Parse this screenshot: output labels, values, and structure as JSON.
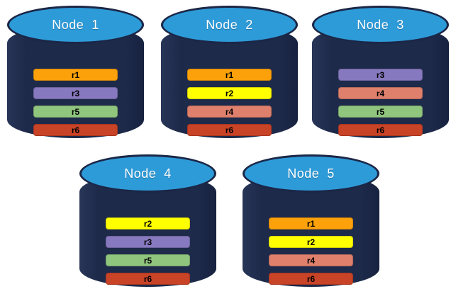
{
  "diagram": {
    "description": "Five database nodes with replica placement",
    "background_color": "#FFFFFF"
  },
  "colors": {
    "cylinder_body": "#1E2A4A",
    "cylinder_top": "#2E9BD9",
    "cylinder_outline": "#1B2747",
    "title_text": "#FFFFFF",
    "bar_text": "#000000",
    "replicas": {
      "r1": "#FCA10A",
      "r2": "#FFFF00",
      "r3": "#8779BF",
      "r4": "#DF806C",
      "r5": "#90C57E",
      "r6": "#C94327"
    }
  },
  "nodes": [
    {
      "label": "Node  1",
      "replicas": [
        "r1",
        "r3",
        "r5",
        "r6"
      ]
    },
    {
      "label": "Node  2",
      "replicas": [
        "r1",
        "r2",
        "r4",
        "r6"
      ]
    },
    {
      "label": "Node  3",
      "replicas": [
        "r3",
        "r4",
        "r5",
        "r6"
      ]
    },
    {
      "label": "Node  4",
      "replicas": [
        "r2",
        "r3",
        "r5",
        "r6"
      ]
    },
    {
      "label": "Node  5",
      "replicas": [
        "r1",
        "r2",
        "r4",
        "r6"
      ]
    }
  ]
}
